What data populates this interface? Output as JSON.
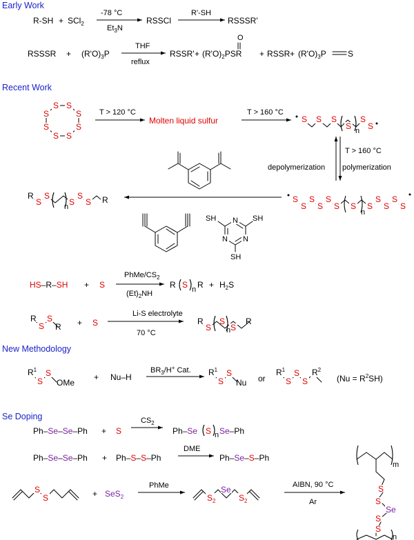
{
  "colors": {
    "heading": "#1a23c8",
    "sulfur": "#e00000",
    "selenium": "#7a1fa2",
    "ink": "#000000"
  },
  "sections": {
    "early": "Early Work",
    "recent": "Recent Work",
    "method": "New Methodology",
    "doping": "Se Doping"
  },
  "early": {
    "r1_reactant": "R-SH",
    "plus": "+",
    "sclx": "SCl",
    "sclx_sub": "2",
    "temp": "-78 °C",
    "base": "Et",
    "base_sub": "3",
    "base_end": "N",
    "intermediate": "RSSCl",
    "reagent2": "R'-SH",
    "product1": "RSSSR'",
    "r2_reactant": "RSSSR",
    "phosphite": "(R'O)",
    "phosphite_sub": "3",
    "phosphite_end": "P",
    "solvent": "THF",
    "cond": "reflux",
    "p1": "RSSR'",
    "p2a": "(R'O)",
    "p2_sub": "2",
    "p2b": "PSR",
    "p2_o": "O",
    "p3": "RSSR",
    "p4a": "(R'O)",
    "p4_sub": "3",
    "p4b": "P",
    "p4_s": "S"
  },
  "recent": {
    "s_atom": "S",
    "cond1": "T > 120 °C",
    "molten": "Molten liquid sulfur",
    "cond2": "T > 160 °C",
    "cond3": "T > 160 °C",
    "depoly": "depolymerization",
    "poly": "polymerization",
    "n": "n",
    "r": "R",
    "sh": "SH",
    "ring_n": "N",
    "c1": "PhMe/CS",
    "c1_sub": "2",
    "c2": "(Et)",
    "c2_sub": "2",
    "c2_end": "NH",
    "hs": "HS",
    "sh2": "SH",
    "dash_r": "R",
    "plus": "+",
    "h2s": "H",
    "h2s_sub": "2",
    "h2s_end": "S",
    "c3": "Li-S electrolyte",
    "c4": "70 °C"
  },
  "method": {
    "r1": "R",
    "r1_sup": "1",
    "ome": "OMe",
    "nuh": "Nu",
    "h": "H",
    "cat": "BR",
    "cat_sub": "3",
    "cat_end": "/H",
    "cat_sup": "+",
    "cat_tail": " Cat.",
    "nu": "Nu",
    "or": "or",
    "r2": "R",
    "r2_sup": "2",
    "note": "(Nu = R",
    "note_sup": "2",
    "note_end": "SH)"
  },
  "doping": {
    "ph": "Ph",
    "se": "Se",
    "s": "S",
    "cs": "CS",
    "cs_sub": "2",
    "dme": "DME",
    "phme": "PhMe",
    "ses": "SeS",
    "ses_sub": "2",
    "s2": "S",
    "s2_sub": "2",
    "aibn": "AIBN, 90 °C",
    "ar": "Ar",
    "m": "m",
    "n": "n",
    "plus": "+"
  }
}
